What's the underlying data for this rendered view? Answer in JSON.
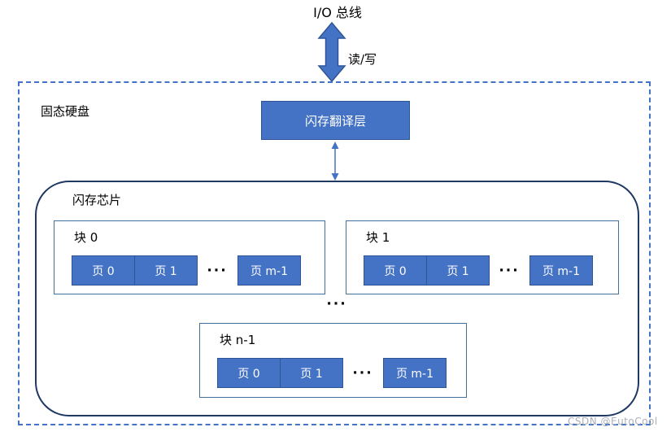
{
  "top": {
    "bus_label": "I/O 总线",
    "rw_label": "读/写"
  },
  "ssd": {
    "label": "固态硬盘",
    "ftl_label": "闪存翻译层",
    "chip": {
      "label": "闪存芯片",
      "row_ellipsis": "···",
      "blocks": [
        {
          "label": "块 0",
          "pages": [
            "页 0",
            "页 1",
            "页 m-1"
          ],
          "ellipsis": "···"
        },
        {
          "label": "块 1",
          "pages": [
            "页 0",
            "页 1",
            "页 m-1"
          ],
          "ellipsis": "···"
        },
        {
          "label": "块 n-1",
          "pages": [
            "页 0",
            "页 1",
            "页 m-1"
          ],
          "ellipsis": "···"
        }
      ]
    }
  },
  "watermark": "CSDN @EutoCool",
  "colors": {
    "box_fill": "#4472C4",
    "box_border": "#2F5597",
    "block_border": "#41719C",
    "chip_border": "#1F3864",
    "dashed_border": "#4472C4",
    "arrow": "#4472C4",
    "text": "#000000",
    "page_text": "#FFFFFF",
    "watermark_text": "#A9AFB8"
  }
}
